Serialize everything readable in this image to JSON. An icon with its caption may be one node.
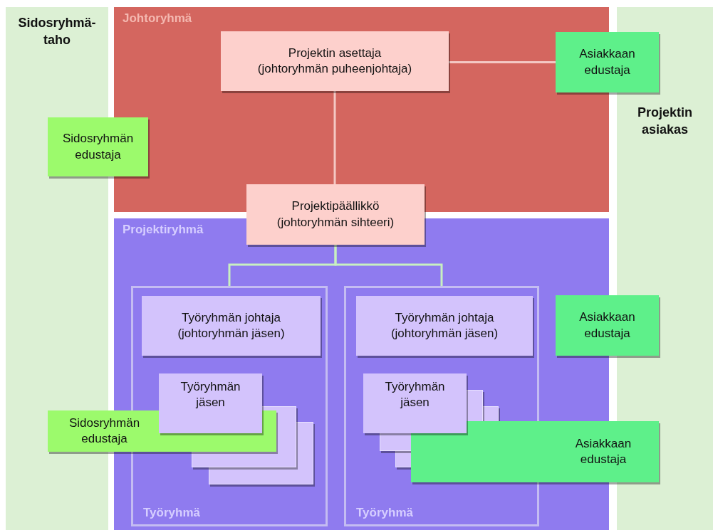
{
  "diagram": {
    "nodes": [
      {
        "text": [
          "Sidosryhmä-taho"
        ]
      },
      {
        "text": [
          "Projektin asiakas"
        ]
      },
      {
        "text": [
          "Johtoryhmä"
        ]
      },
      {
        "text": [
          "Projektin asettaja (johtoryhmän puheenjohtaja)"
        ],
        "in": 2
      },
      {
        "text": [
          "Asiakkaan edustaja"
        ]
      },
      {
        "text": [
          "Sidosryhmän edustaja"
        ]
      },
      {
        "text": [
          "Projektipäällikkö (johtoryhmän sihteeri)"
        ]
      },
      {
        "text": [
          "Projektiryhmä"
        ]
      },
      {
        "text": [
          "Työryhmä"
        ],
        "in": 7
      },
      {
        "text": [
          "Työryhmän johtaja (johtoryhmän jäsen)"
        ],
        "in": 8
      },
      {
        "text": [
          "Työryhmän jäsen"
        ],
        "in": 8
      },
      {
        "text": [
          "Työryhmä"
        ],
        "in": 7
      },
      {
        "text": [
          "Työryhmän johtaja (johtoryhmän jäsen)"
        ],
        "in": 11
      },
      {
        "text": [
          "Työryhmän jäsen"
        ],
        "in": 11
      },
      {
        "text": [
          "Asiakkaan edustaja"
        ]
      },
      {
        "text": [
          "Sidosryhmän edustaja"
        ]
      },
      {
        "text": [
          "Asiakkaan edustaja"
        ]
      }
    ],
    "edges": [
      {
        "from": 3,
        "to": 4,
        "arrow": "none"
      },
      {
        "from": 3,
        "to": 6,
        "arrow": "none"
      },
      {
        "from": 6,
        "to": 8,
        "arrow": "none"
      },
      {
        "from": 6,
        "to": 11,
        "arrow": "none"
      }
    ]
  }
}
